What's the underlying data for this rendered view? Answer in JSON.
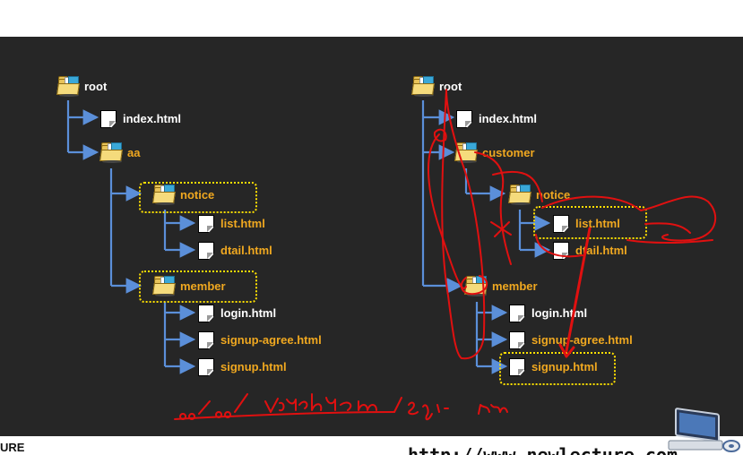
{
  "left_tree": {
    "root": "root",
    "index": "index.html",
    "aa": "aa",
    "notice": "notice",
    "list": "list.html",
    "dtail": "dtail.html",
    "member": "member",
    "login": "login.html",
    "signup_agree": "signup-agree.html",
    "signup": "signup.html"
  },
  "right_tree": {
    "root": "root",
    "index": "index.html",
    "customer": "customer",
    "notice": "notice",
    "list": "list.html",
    "dtail": "dtail.html",
    "member": "member",
    "login": "login.html",
    "signup_agree": "signup-agree.html",
    "signup": "signup.html"
  },
  "handwriting": "../../ member/signup.html",
  "footer": {
    "left_text": "URE",
    "url": "http://www.newlecture.com"
  },
  "colors": {
    "folder_label": "#f0a820",
    "file_label": "#ffffff",
    "tree_line": "#5b8fd9",
    "highlight": "#ffe000",
    "ink": "#e01010",
    "background": "#262626"
  },
  "icons": [
    "folder-icon",
    "file-icon",
    "computer-icon"
  ]
}
